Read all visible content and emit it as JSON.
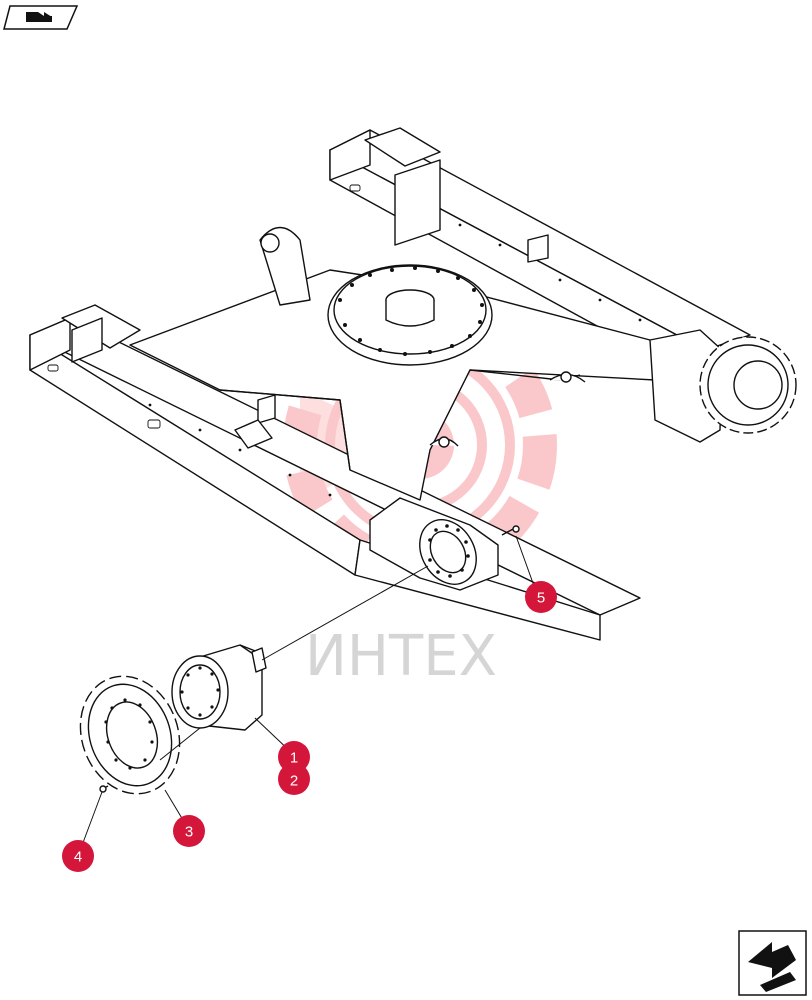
{
  "watermark": {
    "text": "ИНТЕХ",
    "color": "#f04d55"
  },
  "callouts": [
    {
      "id": "1",
      "label": "1"
    },
    {
      "id": "2",
      "label": "2"
    },
    {
      "id": "3",
      "label": "3"
    },
    {
      "id": "4",
      "label": "4"
    },
    {
      "id": "5",
      "label": "5"
    }
  ],
  "colors": {
    "callout": "#d4163a",
    "linework": "#111111"
  },
  "icons": {
    "top_left": "book-arrow-icon",
    "bottom_right": "next-page-arrow-icon"
  }
}
